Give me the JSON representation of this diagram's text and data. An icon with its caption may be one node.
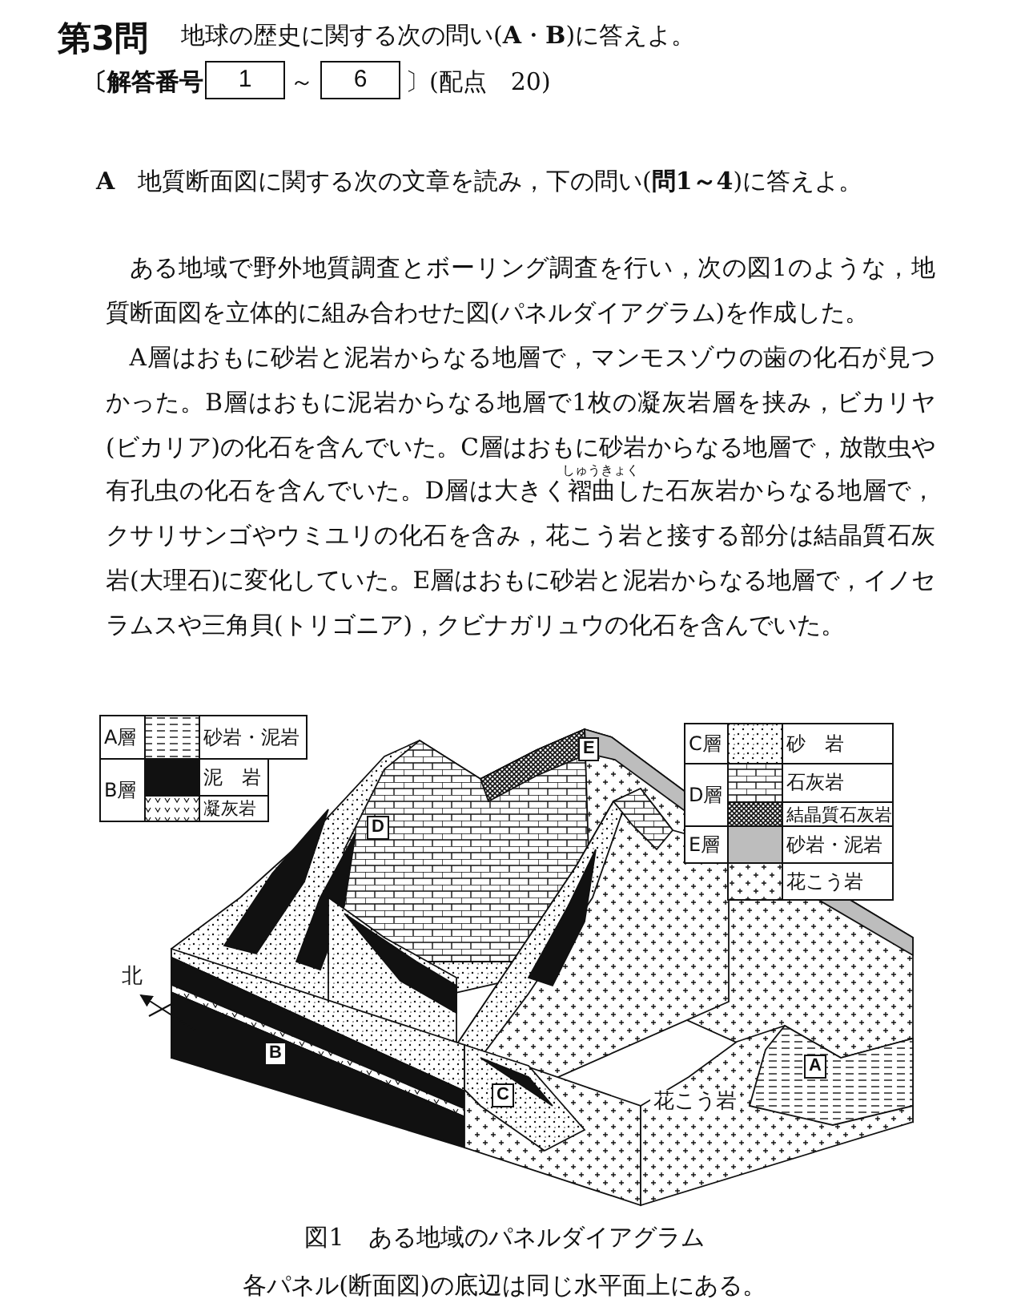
{
  "diagram": {
    "title": "第3問",
    "caption": "図1　ある地域のパネルダイアグラム",
    "labels": [
      "地球の歴史に関する次の問い(**A**・**B**)に答えよ。",
      "〔解答番号",
      "1",
      "～",
      "6",
      "〕(配点　20)",
      "A",
      "地質断面図に関する次の文章を読み，下の問い(**問1～4**)に答えよ。",
      "ある地域で野外地質調査とボーリング調査を行い，次の図1のような，地質断面図を立体的に組み合わせた図(パネルダイアグラム)を作成した。",
      "A層はおもに砂岩と泥岩からなる地層で，マンモスゾウの歯の化石が見つかった。B層はおもに泥岩からなる地層で1枚の凝灰岩層を挟み，ビカリヤ(ビカリア)の化石を含んでいた。C層はおもに砂岩からなる地層で，放散虫や有孔虫の化石を含んでいた。D層は大きく褶曲した石灰岩からなる地層で，クサリサンゴやウミユリの化石を含み，花こう岩と接する部分は結晶質石灰岩(大理石)に変化していた。E層はおもに砂岩と泥岩からなる地層で，イノセラムスや三角貝(トリゴニア)，クビナガリュウの化石を含んでいた。",
      "しゅうきょく",
      "A層",
      "B層",
      "C層",
      "D層",
      "E層",
      "D",
      "E",
      "北",
      "B",
      "C",
      "花こう岩",
      "A",
      "各パネル(断面図)の底辺は同じ水平面上にある。"
    ],
    "legend": [
      {
        "text": "砂岩・泥岩"
      },
      {
        "text": "泥　岩"
      },
      {
        "text": "凝灰岩"
      },
      {
        "text": "砂　岩"
      },
      {
        "text": "石灰岩"
      },
      {
        "text": "結晶質石灰岩"
      },
      {
        "text": "砂岩・泥岩",
        "color": "#bdbdbd"
      },
      {
        "text": "花こう岩"
      }
    ]
  }
}
